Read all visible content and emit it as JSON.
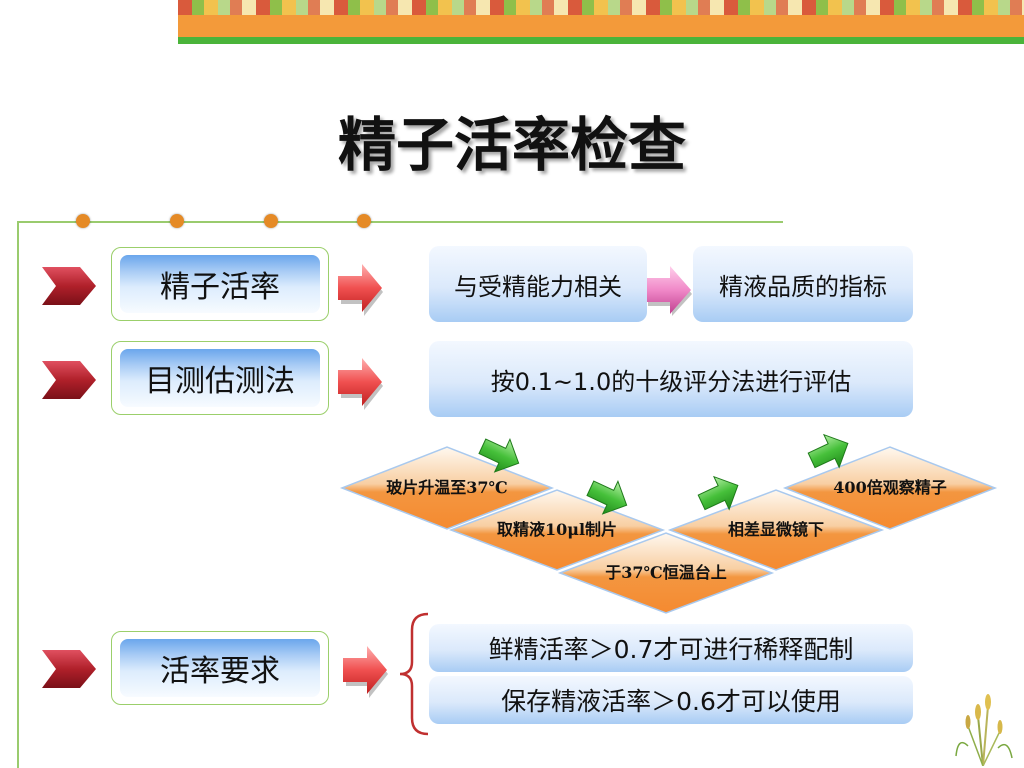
{
  "slide": {
    "title": "精子活率检查"
  },
  "rows": [
    {
      "label": "精子活率"
    },
    {
      "label": "目测估测法"
    },
    {
      "label": "活率要求"
    }
  ],
  "row1_boxes": [
    "与受精能力相关",
    "精液品质的指标"
  ],
  "row2_box": "按0.1~1.0的十级评分法进行评估",
  "steps": [
    "玻片升温至37℃",
    "取精液10μl制片",
    "于37℃恒温台上",
    "相差显微镜下",
    "400倍观察精子"
  ],
  "requirements": [
    "鲜精活率＞0.7才可进行稀释配制",
    "保存精液活率＞0.6才可以使用"
  ],
  "colors": {
    "chevron": "#b0202a",
    "arrow_red": "#f05050",
    "arrow_pink": "#f088c8",
    "arrow_green": "#46c03a",
    "diamond_orange": "#f3913a",
    "frame_green": "#9acb6e",
    "dot_orange": "#e58a26"
  },
  "icons": {
    "row_marker": "chevron-right-icon",
    "flow_arrow": "block-arrow-right-icon",
    "step_arrow": "curved-arrow-icon",
    "decoration": "wheat-grass-icon"
  }
}
